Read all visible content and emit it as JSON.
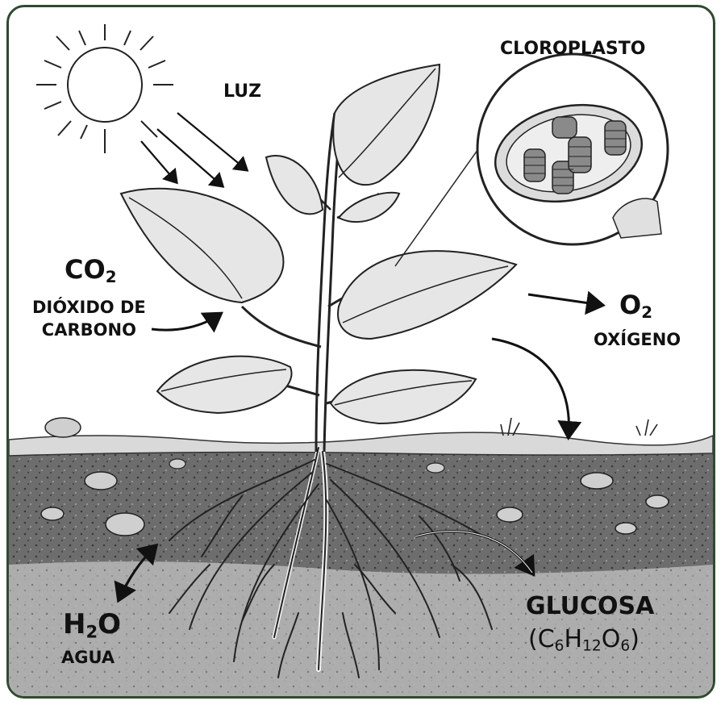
{
  "labels": {
    "luz": "LUZ",
    "cloroplasto": "CLOROPLASTO",
    "co2": {
      "base": "CO",
      "sub": "2",
      "name_line1": "DIÓXIDO DE",
      "name_line2": "CARBONO"
    },
    "o2": {
      "base": "O",
      "sub": "2",
      "name": "OXÍGENO"
    },
    "h2o": {
      "base1": "H",
      "sub": "2",
      "base2": "O",
      "name": "AGUA"
    },
    "glucosa": {
      "name": "GLUCOSA",
      "formula": {
        "open": "(C",
        "s1": "6",
        "h": "H",
        "s2": "12",
        "o": "O",
        "s3": "6",
        "close": ")"
      }
    }
  },
  "colors": {
    "frame": "#2f4a32",
    "ink": "#111111",
    "soil": "#5a5a5a",
    "leaf": "#e6e6e6"
  }
}
